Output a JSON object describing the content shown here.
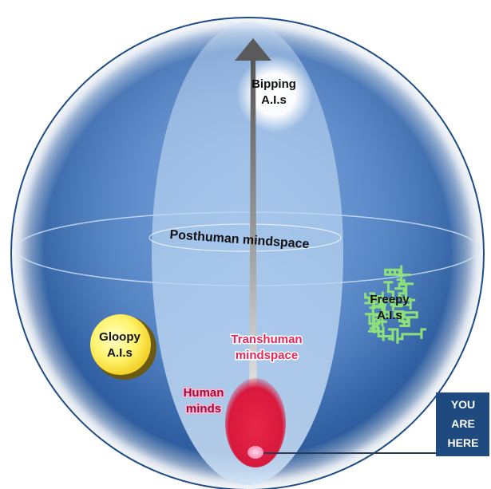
{
  "labels": {
    "bipping": [
      "Bipping",
      "A.I.s"
    ],
    "posthuman": "Posthuman mindspace",
    "freepy": [
      "Freepy",
      "A.I.s"
    ],
    "gloopy": [
      "Gloopy",
      "A.I.s"
    ],
    "transhuman": [
      "Transhuman",
      "mindspace"
    ],
    "human": [
      "Human",
      "minds"
    ],
    "you_are_here": [
      "YOU",
      "ARE",
      "HERE"
    ]
  },
  "colors": {
    "sphere_dark": "#2f5fa0",
    "sphere_light": "#5f8fcf",
    "rim_white": "#ffffff",
    "ellipse_core": "#9cc0e8",
    "arrow": "#6a6a6a",
    "gloopy_fill": "#fff36a",
    "gloopy_shadow": "#7a6a1a",
    "freepy_green": "#8ee07a",
    "human_red": "#d8183c",
    "transhuman_text": "#e0285a",
    "human_text": "#ff9ac0",
    "label_box": "#1f4a80"
  }
}
